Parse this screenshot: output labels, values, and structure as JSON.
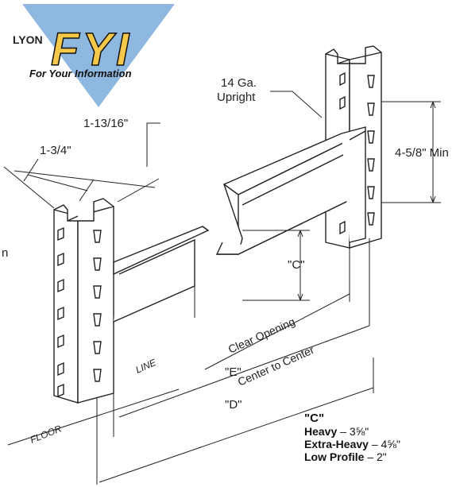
{
  "logo": {
    "brand": "LYON",
    "mark": "FYI",
    "tagline": "For Your Information",
    "colors": {
      "triangle": "#8fb8e0",
      "mark": "#f5c84a",
      "ink": "#111111"
    }
  },
  "dimensions": {
    "gauge": "14 Ga.",
    "gauge_part": "Upright",
    "outer_width": "1-13/16\"",
    "inner_width": "1-3/4\"",
    "height_min": "4-5/8\" Min",
    "c_label": "\"C\"",
    "clear_opening": "Clear Opening",
    "e_label": "\"E\"",
    "center_to_center": "Center to Center",
    "d_label": "\"D\"",
    "line_label": "LINE",
    "floor_label": "FLOOR",
    "edge_glyph": "n"
  },
  "legend": {
    "title": "\"C\"",
    "rows": [
      {
        "name": "Heavy",
        "value": " – 3⅝\""
      },
      {
        "name": "Extra-Heavy",
        "value": " – 4⅝\""
      },
      {
        "name": "Low Profile",
        "value": " – 2\""
      }
    ]
  }
}
